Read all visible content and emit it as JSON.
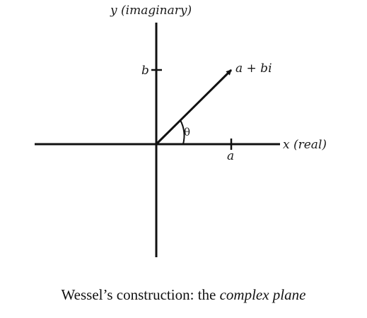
{
  "labels": {
    "y_axis": "y (imaginary)",
    "x_axis": "x (real)",
    "b_tick": "b",
    "a_tick": "a",
    "vector": "a + bi",
    "angle": "θ"
  },
  "caption": {
    "prefix": "Wessel’s construction: the ",
    "emphasis": "complex plane"
  }
}
